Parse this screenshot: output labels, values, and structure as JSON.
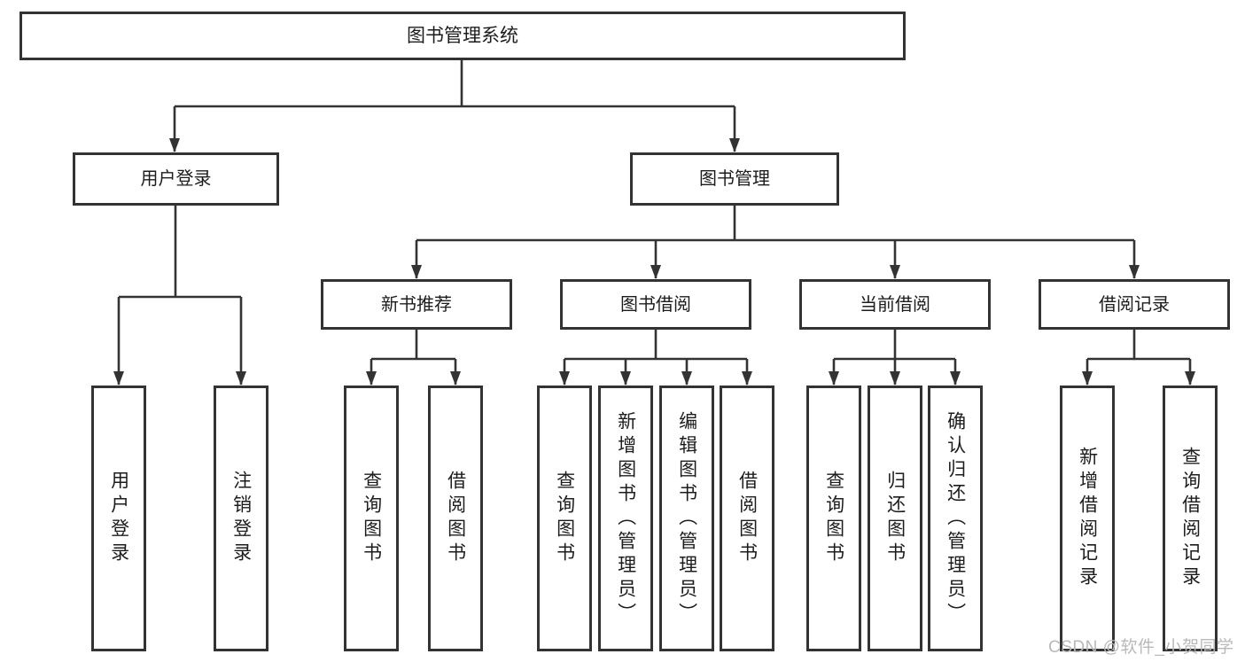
{
  "diagram": {
    "stroke_color": "#333333",
    "box_fill": "#ffffff",
    "text_color": "#1c1c1c",
    "root": {
      "label": "图书管理系统"
    },
    "level1": [
      {
        "label": "用户登录"
      },
      {
        "label": "图书管理"
      }
    ],
    "level2": [
      {
        "label": "新书推荐"
      },
      {
        "label": "图书借阅"
      },
      {
        "label": "当前借阅"
      },
      {
        "label": "借阅记录"
      }
    ],
    "leaves": {
      "user_login": [
        {
          "label": "用户登录"
        },
        {
          "label": "注销登录"
        }
      ],
      "new_book": [
        {
          "label": "查询图书"
        },
        {
          "label": "借阅图书"
        }
      ],
      "borrow": [
        {
          "label": "查询图书"
        },
        {
          "label": "新增图书（管理员）"
        },
        {
          "label": "编辑图书（管理员）"
        },
        {
          "label": "借阅图书"
        }
      ],
      "current": [
        {
          "label": "查询图书"
        },
        {
          "label": "归还图书"
        },
        {
          "label": "确认归还（管理员）"
        }
      ],
      "records": [
        {
          "label": "新增借阅记录"
        },
        {
          "label": "查询借阅记录"
        }
      ]
    }
  },
  "watermark": {
    "text": "CSDN @软件_小贺同学",
    "color": "#b9b9b9"
  }
}
